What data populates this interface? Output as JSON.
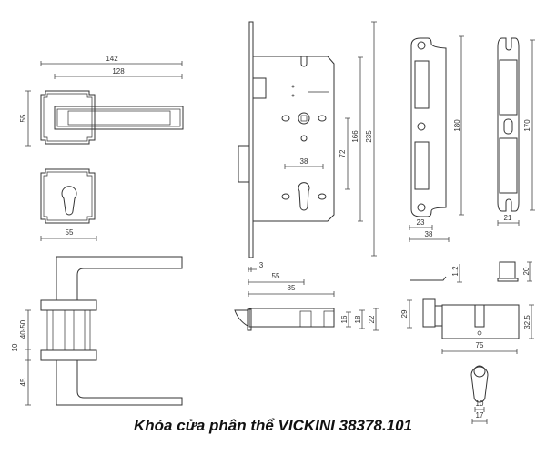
{
  "title": "Khóa cửa phân thể VICKINI 38378.101",
  "handle_front": {
    "width_overall": "142",
    "width_lever": "128",
    "rosette_height": "55"
  },
  "escutcheon": {
    "width": "55"
  },
  "lock_body": {
    "backset": "38",
    "center_distance": "72",
    "body_height": "166",
    "faceplate_height": "235"
  },
  "strike_plate": {
    "height": "180",
    "inner_width": "23",
    "outer_width": "38"
  },
  "faceplate_side": {
    "height": "170",
    "width": "21"
  },
  "handle_side": {
    "door_thickness": "40-50",
    "rosette_thickness": "10",
    "lever_offset": "45"
  },
  "latch_bolt": {
    "throw": "3",
    "length_short": "55",
    "length_total": "85",
    "h1": "16",
    "h2": "18",
    "h3": "22"
  },
  "spindle": {
    "thickness": "1.2",
    "height": "20"
  },
  "cylinder": {
    "knob_height": "29",
    "body_height": "32.5",
    "length": "75",
    "cam_width": "10",
    "profile_width": "17"
  }
}
